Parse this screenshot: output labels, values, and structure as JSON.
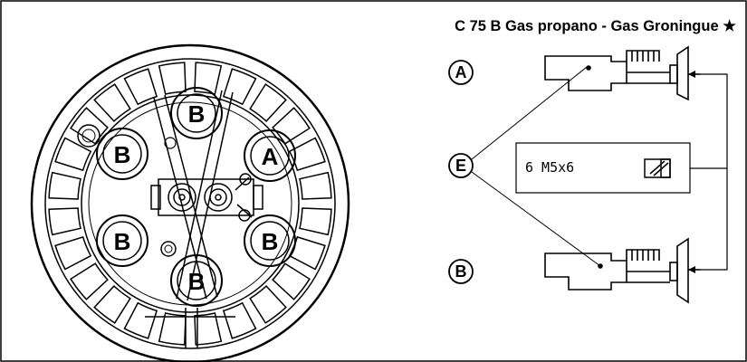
{
  "title": "C 75 B Gas propano - Gas Groningue ★",
  "burner": {
    "injectors": [
      {
        "label": "B"
      },
      {
        "label": "B"
      },
      {
        "label": "A"
      },
      {
        "label": "B"
      },
      {
        "label": "B"
      },
      {
        "label": "B"
      }
    ]
  },
  "callouts": {
    "a": "A",
    "e": "E",
    "b": "B"
  },
  "screw_spec": "6 M5x6"
}
